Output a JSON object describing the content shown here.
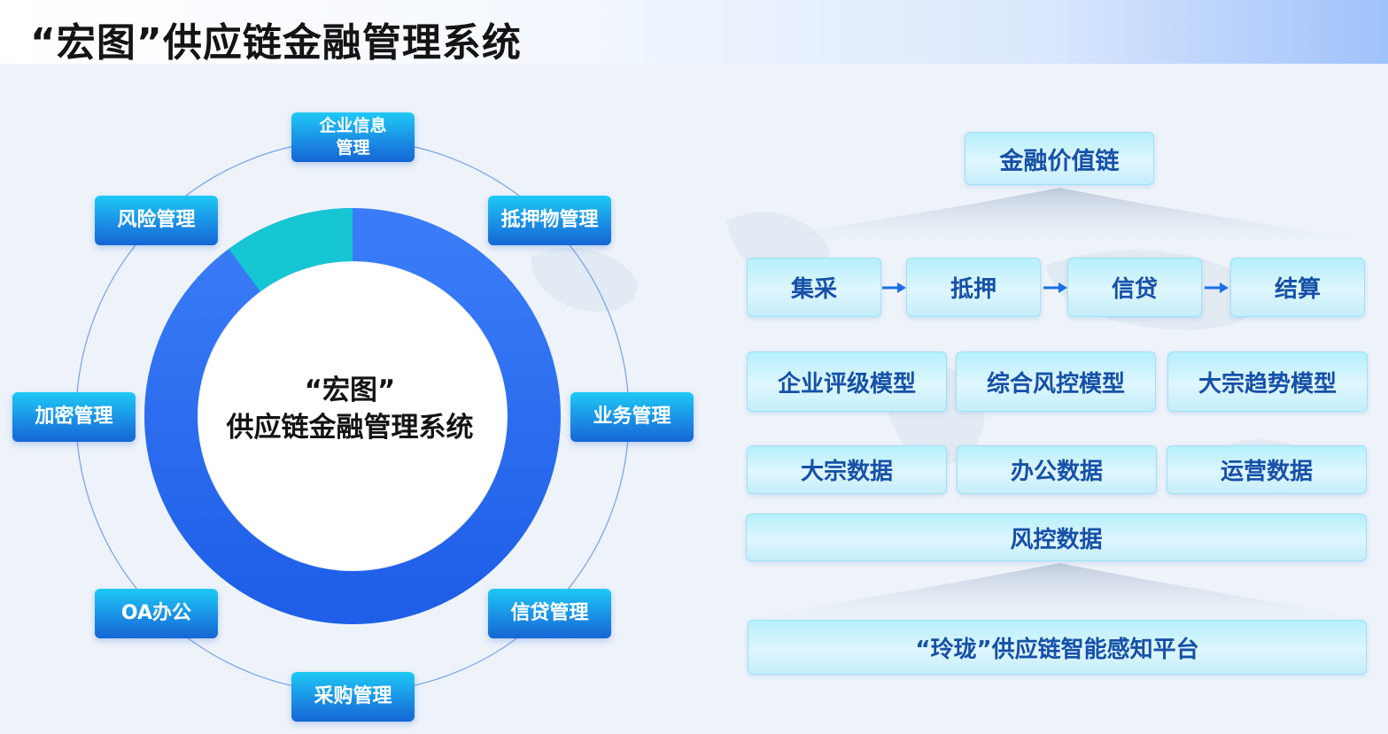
{
  "title": "“宏图”供应链金融管理系统",
  "center": {
    "line1": "“宏图”",
    "line2": "供应链金融管理系统"
  },
  "ring_nodes": {
    "enterprise_info": {
      "line1": "企业信息",
      "line2": "管理"
    },
    "collateral": "抵押物管理",
    "business": "业务管理",
    "credit": "信贷管理",
    "procurement": "采购管理",
    "oa": "OA办公",
    "encryption": "加密管理",
    "risk": "风险管理"
  },
  "value_chain": {
    "top": "金融价值链",
    "steps": [
      "集采",
      "抵押",
      "信贷",
      "结算"
    ],
    "models": [
      "企业评级模型",
      "综合风控模型",
      "大宗趋势模型"
    ],
    "data": [
      "大宗数据",
      "办公数据",
      "运营数据"
    ],
    "risk_data": "风控数据",
    "platform": "“玲珑”供应链智能感知平台"
  },
  "colors": {
    "ring_blue": "#2f6ff5",
    "ring_teal": "#16c6d2",
    "box_text": "#1650a8",
    "node_bg": "#1a8be4"
  }
}
